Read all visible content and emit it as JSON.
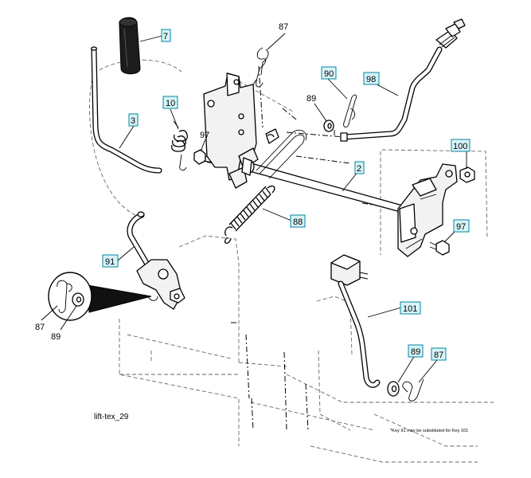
{
  "callouts": {
    "c7": "7",
    "c3": "3",
    "c10": "10",
    "c97a": "97",
    "c87a": "87",
    "c90": "90",
    "c89a": "89",
    "c98": "98",
    "c100": "100",
    "c2": "2",
    "c88": "88",
    "c97b": "97",
    "c91": "91",
    "c87b": "87",
    "c89b": "89",
    "c101": "101",
    "c89c": "89",
    "c87c": "87"
  },
  "figure_id": "lift-tex_29",
  "footnote": "*Key 91 may be substituted for Key 101"
}
